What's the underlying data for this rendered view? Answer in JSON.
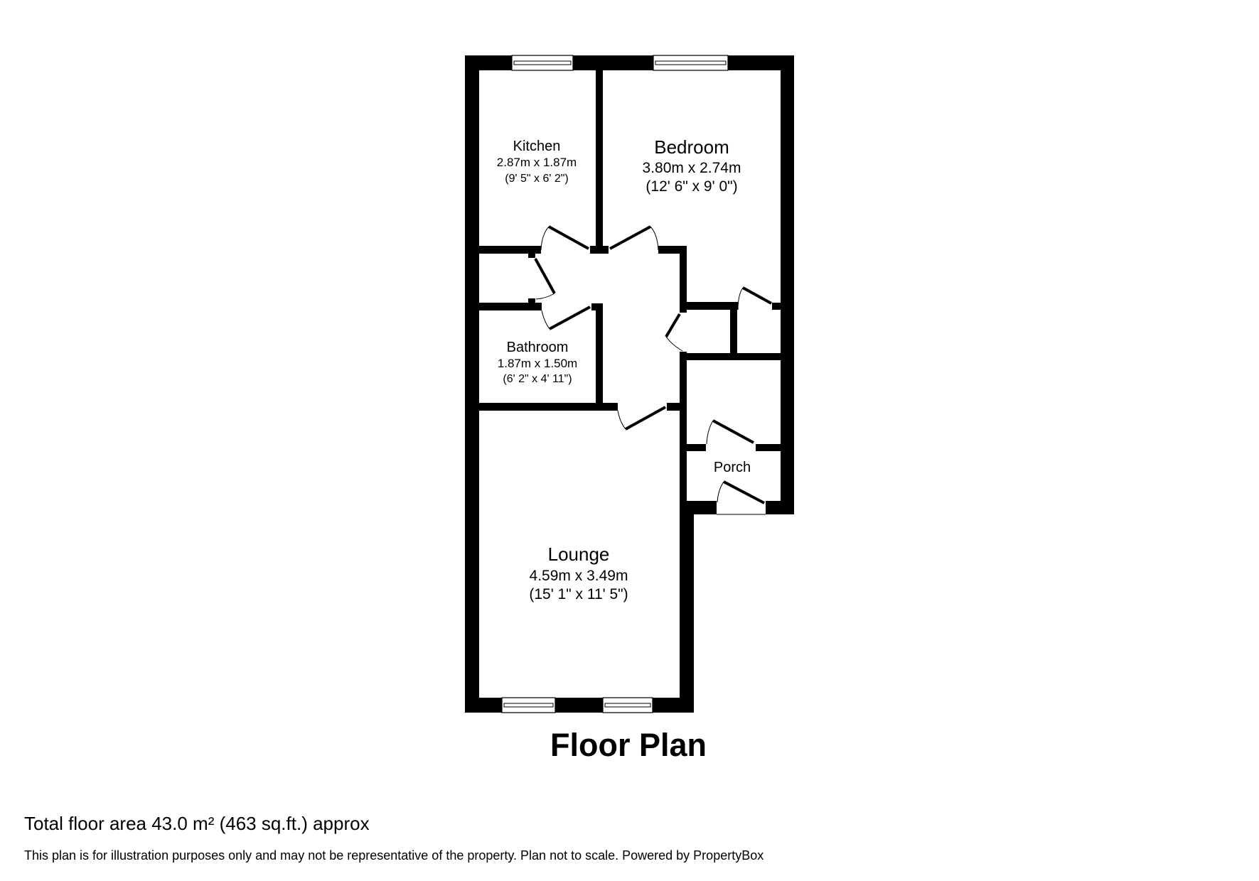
{
  "title": "Floor Plan",
  "rooms": {
    "kitchen": {
      "name": "Kitchen",
      "metric": "2.87m x 1.87m",
      "imperial": "(9' 5\" x 6' 2\")"
    },
    "bedroom": {
      "name": "Bedroom",
      "metric": "3.80m x 2.74m",
      "imperial": "(12' 6\" x 9' 0\")"
    },
    "bathroom": {
      "name": "Bathroom",
      "metric": "1.87m x 1.50m",
      "imperial": "(6' 2\" x 4' 11\")"
    },
    "porch": {
      "name": "Porch"
    },
    "lounge": {
      "name": "Lounge",
      "metric": "4.59m x 3.49m",
      "imperial": "(15' 1\" x 11' 5\")"
    }
  },
  "footer": {
    "total_area": "Total floor area 43.0 m² (463 sq.ft.) approx",
    "disclaimer": "This plan is for illustration purposes only and may not be representative of the property. Plan not to scale. Powered by PropertyBox"
  },
  "colors": {
    "wall": "#000000",
    "background": "#ffffff"
  }
}
